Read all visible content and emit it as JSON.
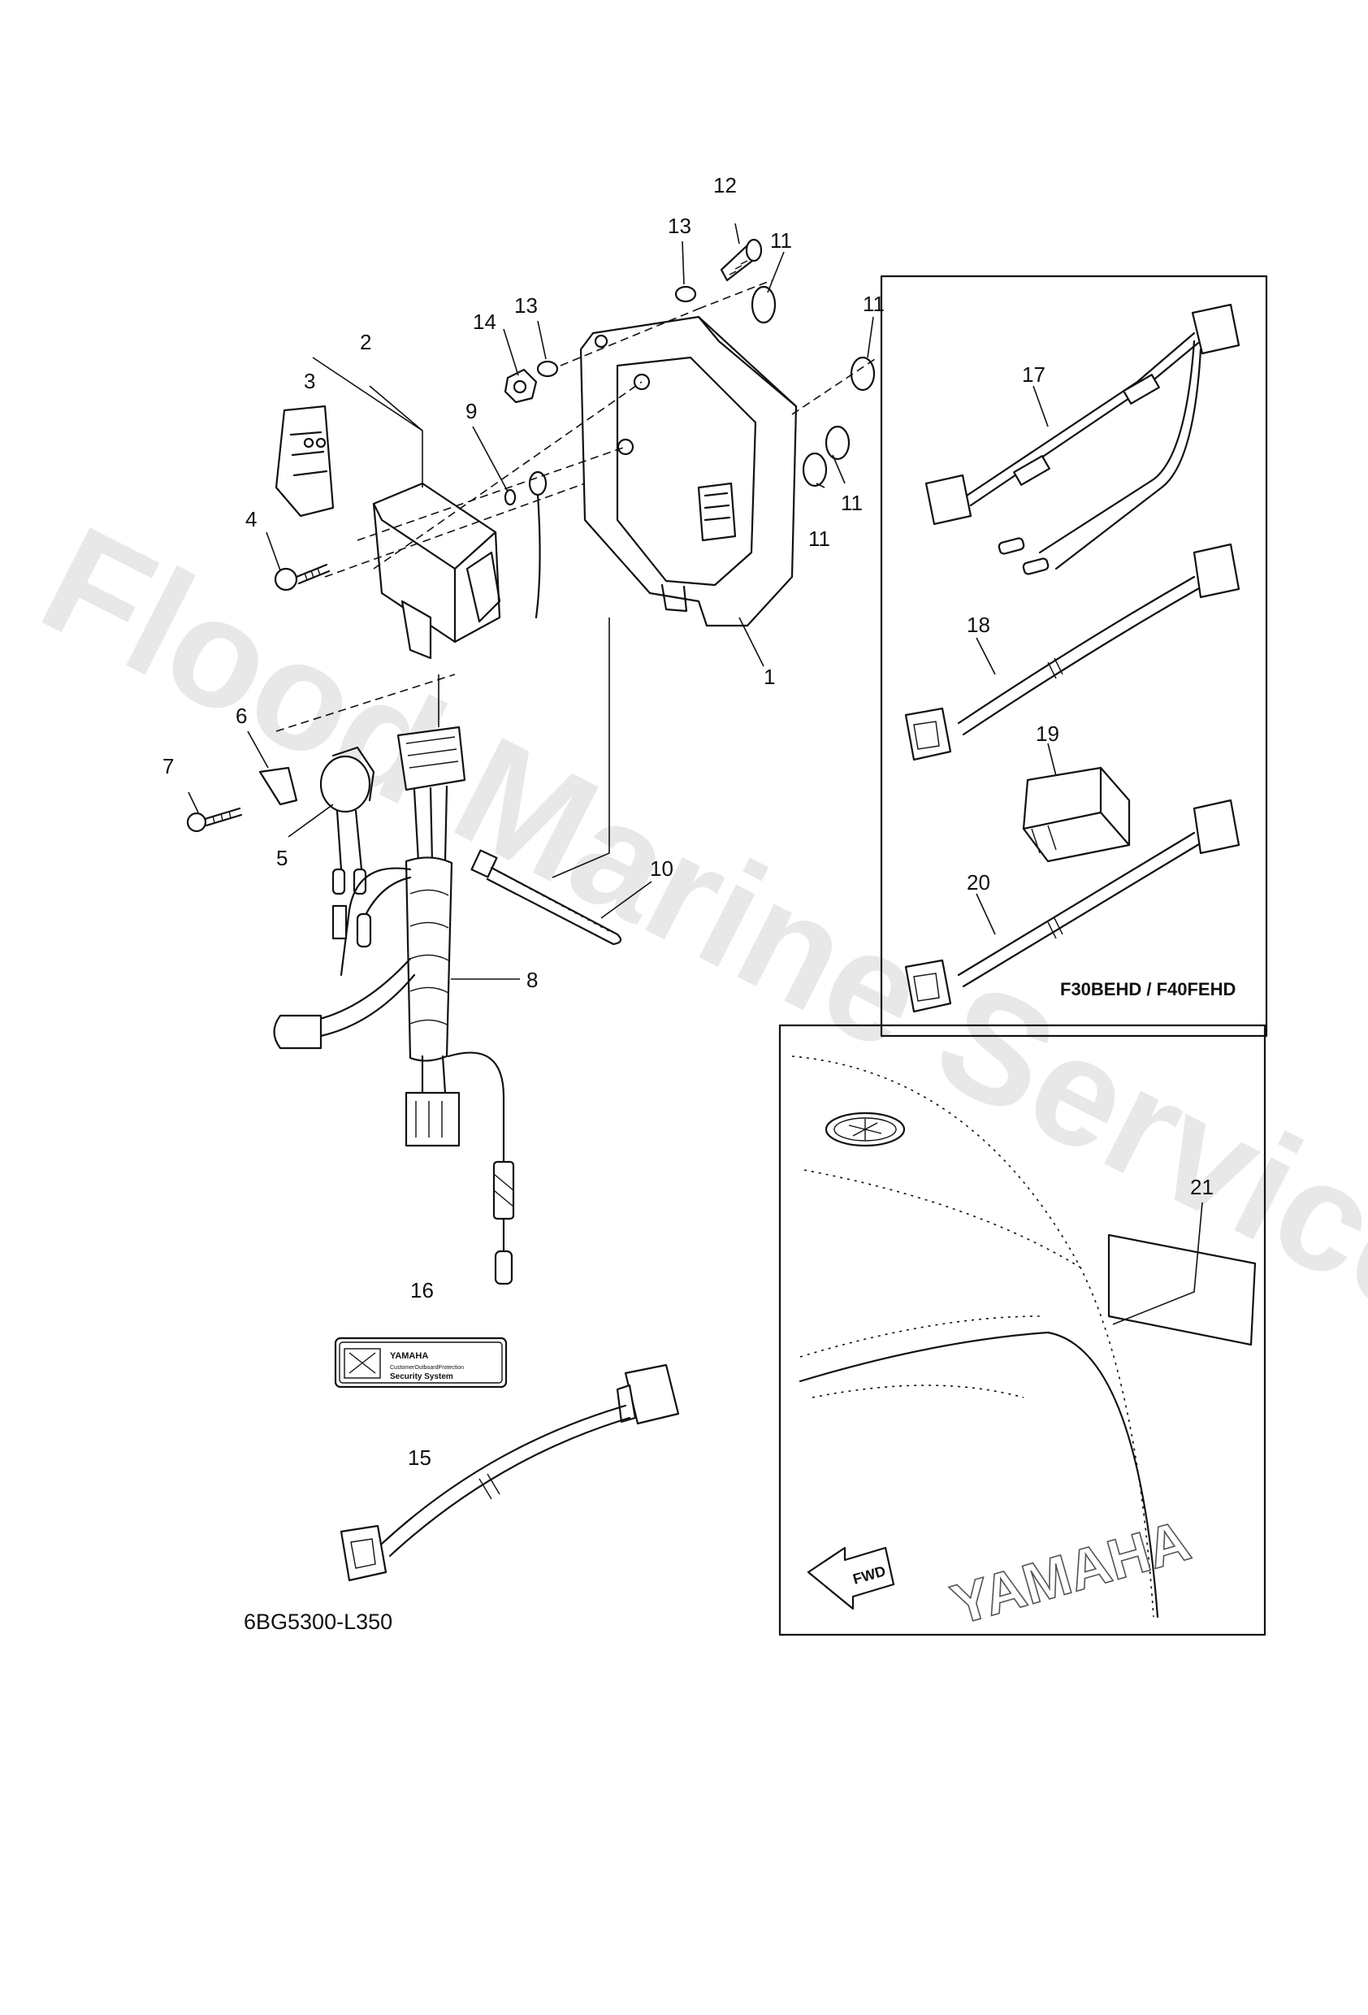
{
  "diagram": {
    "callouts": [
      {
        "id": "1",
        "text": "1"
      },
      {
        "id": "2",
        "text": "2"
      },
      {
        "id": "3",
        "text": "3"
      },
      {
        "id": "4",
        "text": "4"
      },
      {
        "id": "5",
        "text": "5"
      },
      {
        "id": "6",
        "text": "6"
      },
      {
        "id": "7",
        "text": "7"
      },
      {
        "id": "8",
        "text": "8"
      },
      {
        "id": "9",
        "text": "9"
      },
      {
        "id": "10",
        "text": "10"
      },
      {
        "id": "11a",
        "text": "11"
      },
      {
        "id": "11b",
        "text": "11"
      },
      {
        "id": "11c",
        "text": "11"
      },
      {
        "id": "11d",
        "text": "11"
      },
      {
        "id": "12",
        "text": "12"
      },
      {
        "id": "13a",
        "text": "13"
      },
      {
        "id": "13b",
        "text": "13"
      },
      {
        "id": "14",
        "text": "14"
      },
      {
        "id": "15",
        "text": "15"
      },
      {
        "id": "16",
        "text": "16"
      },
      {
        "id": "17",
        "text": "17"
      },
      {
        "id": "18",
        "text": "18"
      },
      {
        "id": "19",
        "text": "19"
      },
      {
        "id": "20",
        "text": "20"
      },
      {
        "id": "21",
        "text": "21"
      }
    ],
    "inset_box_label": "F30BEHD / F40FEHD",
    "diagram_code": "6BG5300-L350",
    "decal": {
      "brand": "YAMAHA",
      "line1": "CustomerOutboardProtection",
      "line2": "Security System"
    },
    "cowling": {
      "fwd_label": "FWD",
      "brand_text": "YAMAHA"
    },
    "watermark": "Flood Marine Services"
  }
}
